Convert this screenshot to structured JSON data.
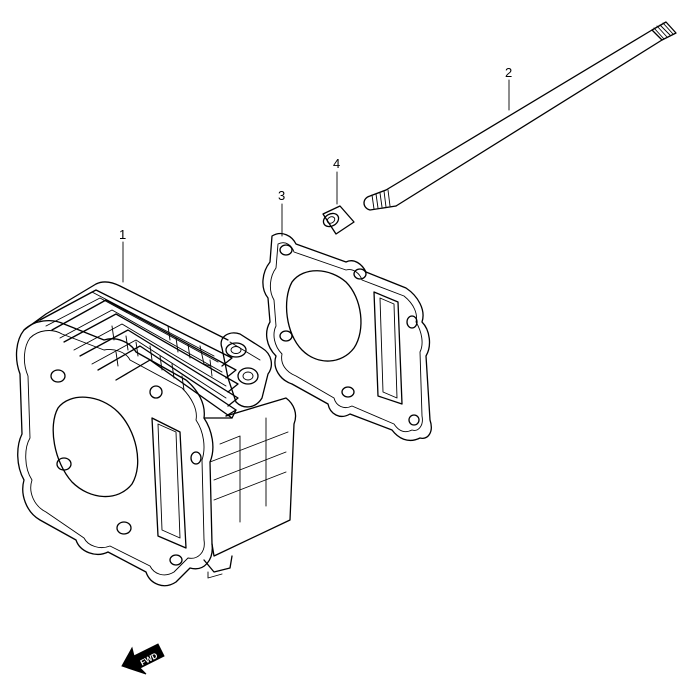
{
  "diagram": {
    "parts": [
      {
        "callout": "1",
        "icon": "cylinder-block"
      },
      {
        "callout": "2",
        "icon": "stud-bolt"
      },
      {
        "callout": "3",
        "icon": "cylinder-gasket"
      },
      {
        "callout": "4",
        "icon": "dowel-pin"
      }
    ],
    "direction_indicator": {
      "label": "FWD",
      "icon": "forward-arrow-icon"
    }
  }
}
